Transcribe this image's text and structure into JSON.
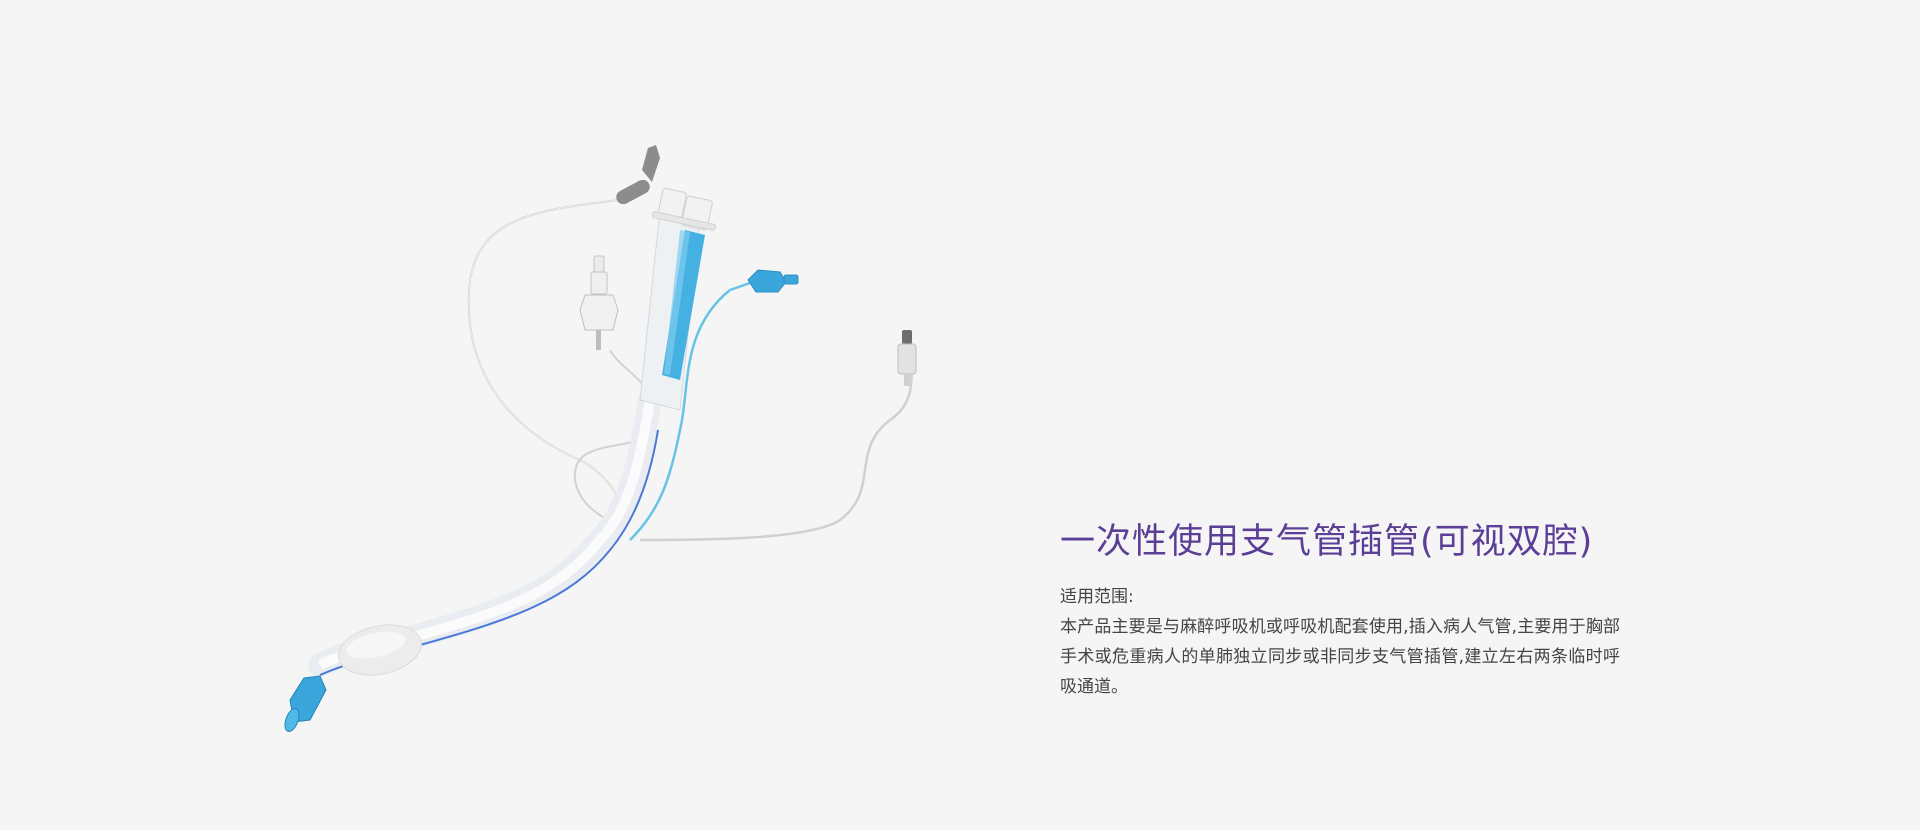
{
  "product": {
    "title": "一次性使用支气管插管(可视双腔)",
    "scope_label": "适用范围:",
    "scope_text": "本产品主要是与麻醉呼吸机或呼吸机配套使用,插入病人气管,主要用于胸部手术或危重病人的单肺独立同步或非同步支气管插管,建立左右两条临时呼吸通道。",
    "image_alt": "一次性使用支气管插管(可视双腔)产品图"
  },
  "colors": {
    "background": "#f5f5f5",
    "title": "#5b3f96",
    "body_text": "#444444",
    "tube_blue": "#3aa6dc",
    "tube_line": "#4a78d8",
    "pilot_gray": "#8c8c8c"
  }
}
